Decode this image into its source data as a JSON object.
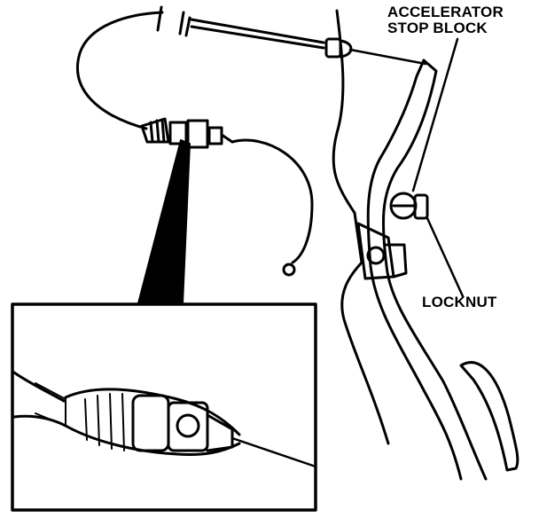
{
  "labels": {
    "accelerator_stop_block": {
      "line1": "ACCELERATOR",
      "line2": "STOP BLOCK"
    },
    "locknut": "LOCKNUT"
  }
}
